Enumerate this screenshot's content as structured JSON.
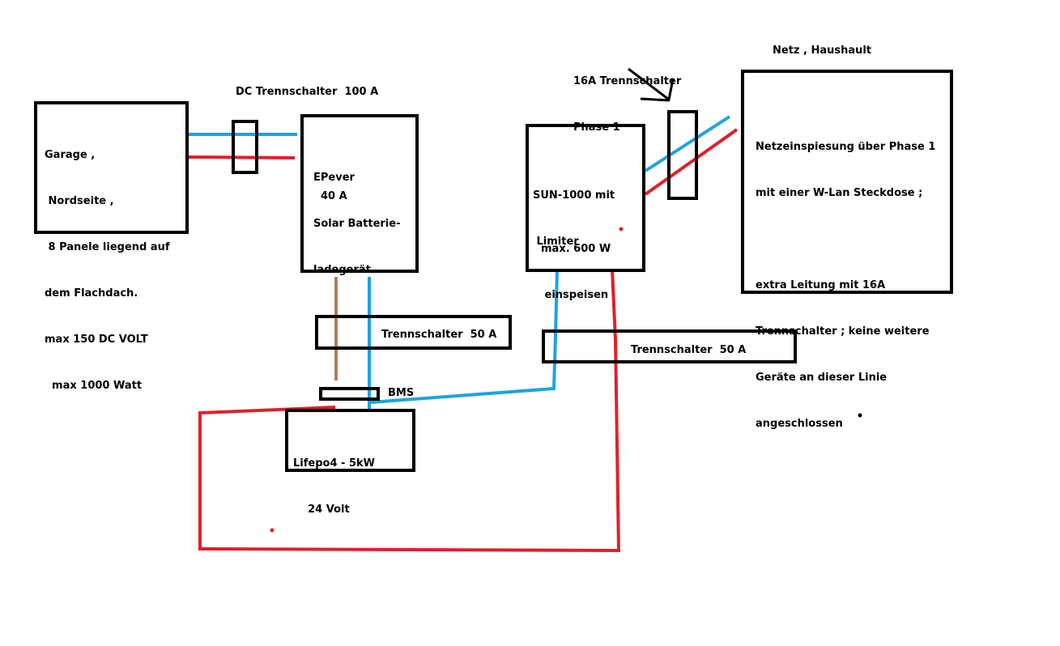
{
  "colors": {
    "wire_blue": "#1ea3e0",
    "wire_red": "#e0202a",
    "wire_brown": "#b27c5b",
    "outline": "#000000",
    "background": "#ffffff"
  },
  "components": {
    "garage_panels": {
      "lines": [
        "Garage ,",
        " Nordseite ,",
        " 8 Panele liegend auf",
        "dem Flachdach.",
        "max 150 DC VOLT",
        "  max 1000 Watt"
      ]
    },
    "dc_switch": {
      "label": "DC Trennschalter  100 A"
    },
    "charger": {
      "lines": [
        "EPever",
        "Solar Batterie-",
        "ladegerät"
      ],
      "current": "40 A"
    },
    "inverter": {
      "lines": [
        "SUN-1000 mit",
        " Limiter"
      ],
      "output_lines": [
        "max. 600 W",
        " einspeisen"
      ]
    },
    "grid_switch": {
      "label_lines": [
        "16A Trennschalter",
        "Phase 1"
      ]
    },
    "grid": {
      "title": "Netz , Haushault",
      "lines": [
        "Netzeinspiesung über Phase 1",
        "mit einer W-Lan Steckdose ;",
        "",
        "extra Leitung mit 16A",
        "Trennschalter ; keine weitere",
        "Geräte an dieser Linie",
        "angeschlossen"
      ]
    },
    "breaker_left": {
      "label": "Trennschalter  50 A"
    },
    "breaker_right": {
      "label": "Trennschalter  50 A"
    },
    "bms": {
      "label": "BMS"
    },
    "battery": {
      "lines": [
        "Lifepo4 - 5kW",
        "    24 Volt"
      ]
    }
  }
}
